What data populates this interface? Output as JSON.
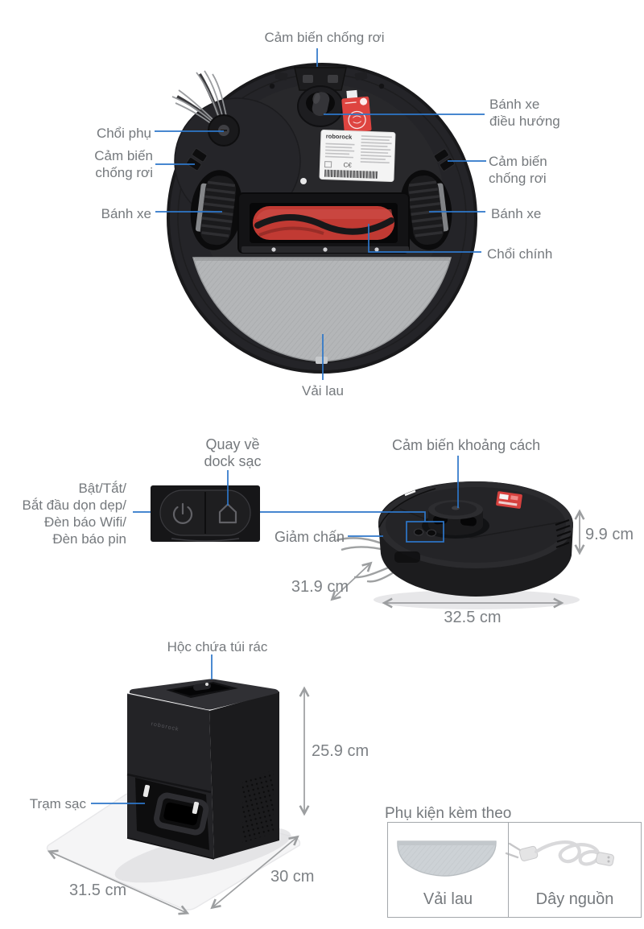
{
  "colors": {
    "leader_blue": "#2d76c9",
    "label_gray": "#75797d",
    "arrow_gray": "#9c9ea0"
  },
  "top_view": {
    "sensor_top": "Cảm biến chống rơi",
    "caster_wheel": [
      "Bánh xe",
      "điều hướng"
    ],
    "side_brush": "Chổi phụ",
    "sensor_left": [
      "Cảm biến",
      "chống rơi"
    ],
    "sensor_right": [
      "Cảm biến",
      "chống rơi"
    ],
    "wheel_left": "Bánh xe",
    "wheel_right": "Bánh xe",
    "main_brush": "Chổi chính",
    "mop_cloth": "Vải lau",
    "label_brand": "roborock"
  },
  "middle": {
    "dock_return": [
      "Quay về",
      "dock sạc"
    ],
    "distance_sensor": "Cảm biến khoảng cách",
    "power_button": [
      "Bật/Tắt/",
      "Bắt đầu dọn dẹp/",
      "Đèn báo Wifi/",
      "Đèn báo pin"
    ],
    "bumper": "Giảm chấn",
    "dim_height": "9.9 cm",
    "dim_depth": "31.9 cm",
    "dim_width": "32.5 cm"
  },
  "dock": {
    "bag_compartment": "Hộc chứa túi rác",
    "charging_station": "Trạm sạc",
    "dim_height": "25.9 cm",
    "dim_depth": "30 cm",
    "dim_width": "31.5 cm",
    "brand": "roborock"
  },
  "accessories": {
    "title": "Phụ kiện kèm theo",
    "item_mop": "Vải lau",
    "item_cord": "Dây nguồn"
  }
}
